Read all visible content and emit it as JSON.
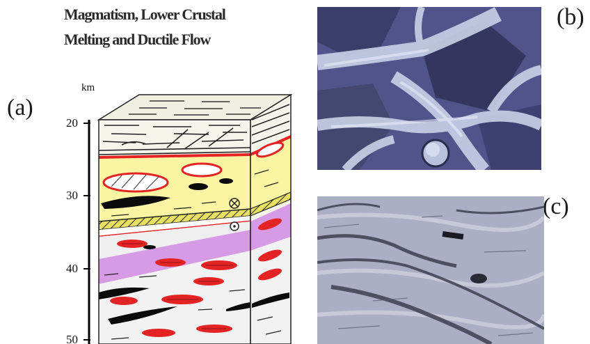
{
  "title_line1": "Magmatism, Lower Crustal",
  "title_line2": "Melting and Ductile Flow",
  "panel_labels": {
    "a": "(a)",
    "b": "(b)",
    "c": "(c)"
  },
  "depth_axis": {
    "unit": "km",
    "ticks": [
      "20",
      "30",
      "40",
      "50"
    ]
  },
  "colors": {
    "upper_crust": "#f4f4ea",
    "yellow_layer": "#fbf5a3",
    "purple_layer": "#d79be6",
    "red_melt": "#e42424",
    "black_lens": "#0b0b0b",
    "shear_zone": "#e8e060",
    "photo_b": "#51548a",
    "photo_c": "#9a9db4"
  }
}
